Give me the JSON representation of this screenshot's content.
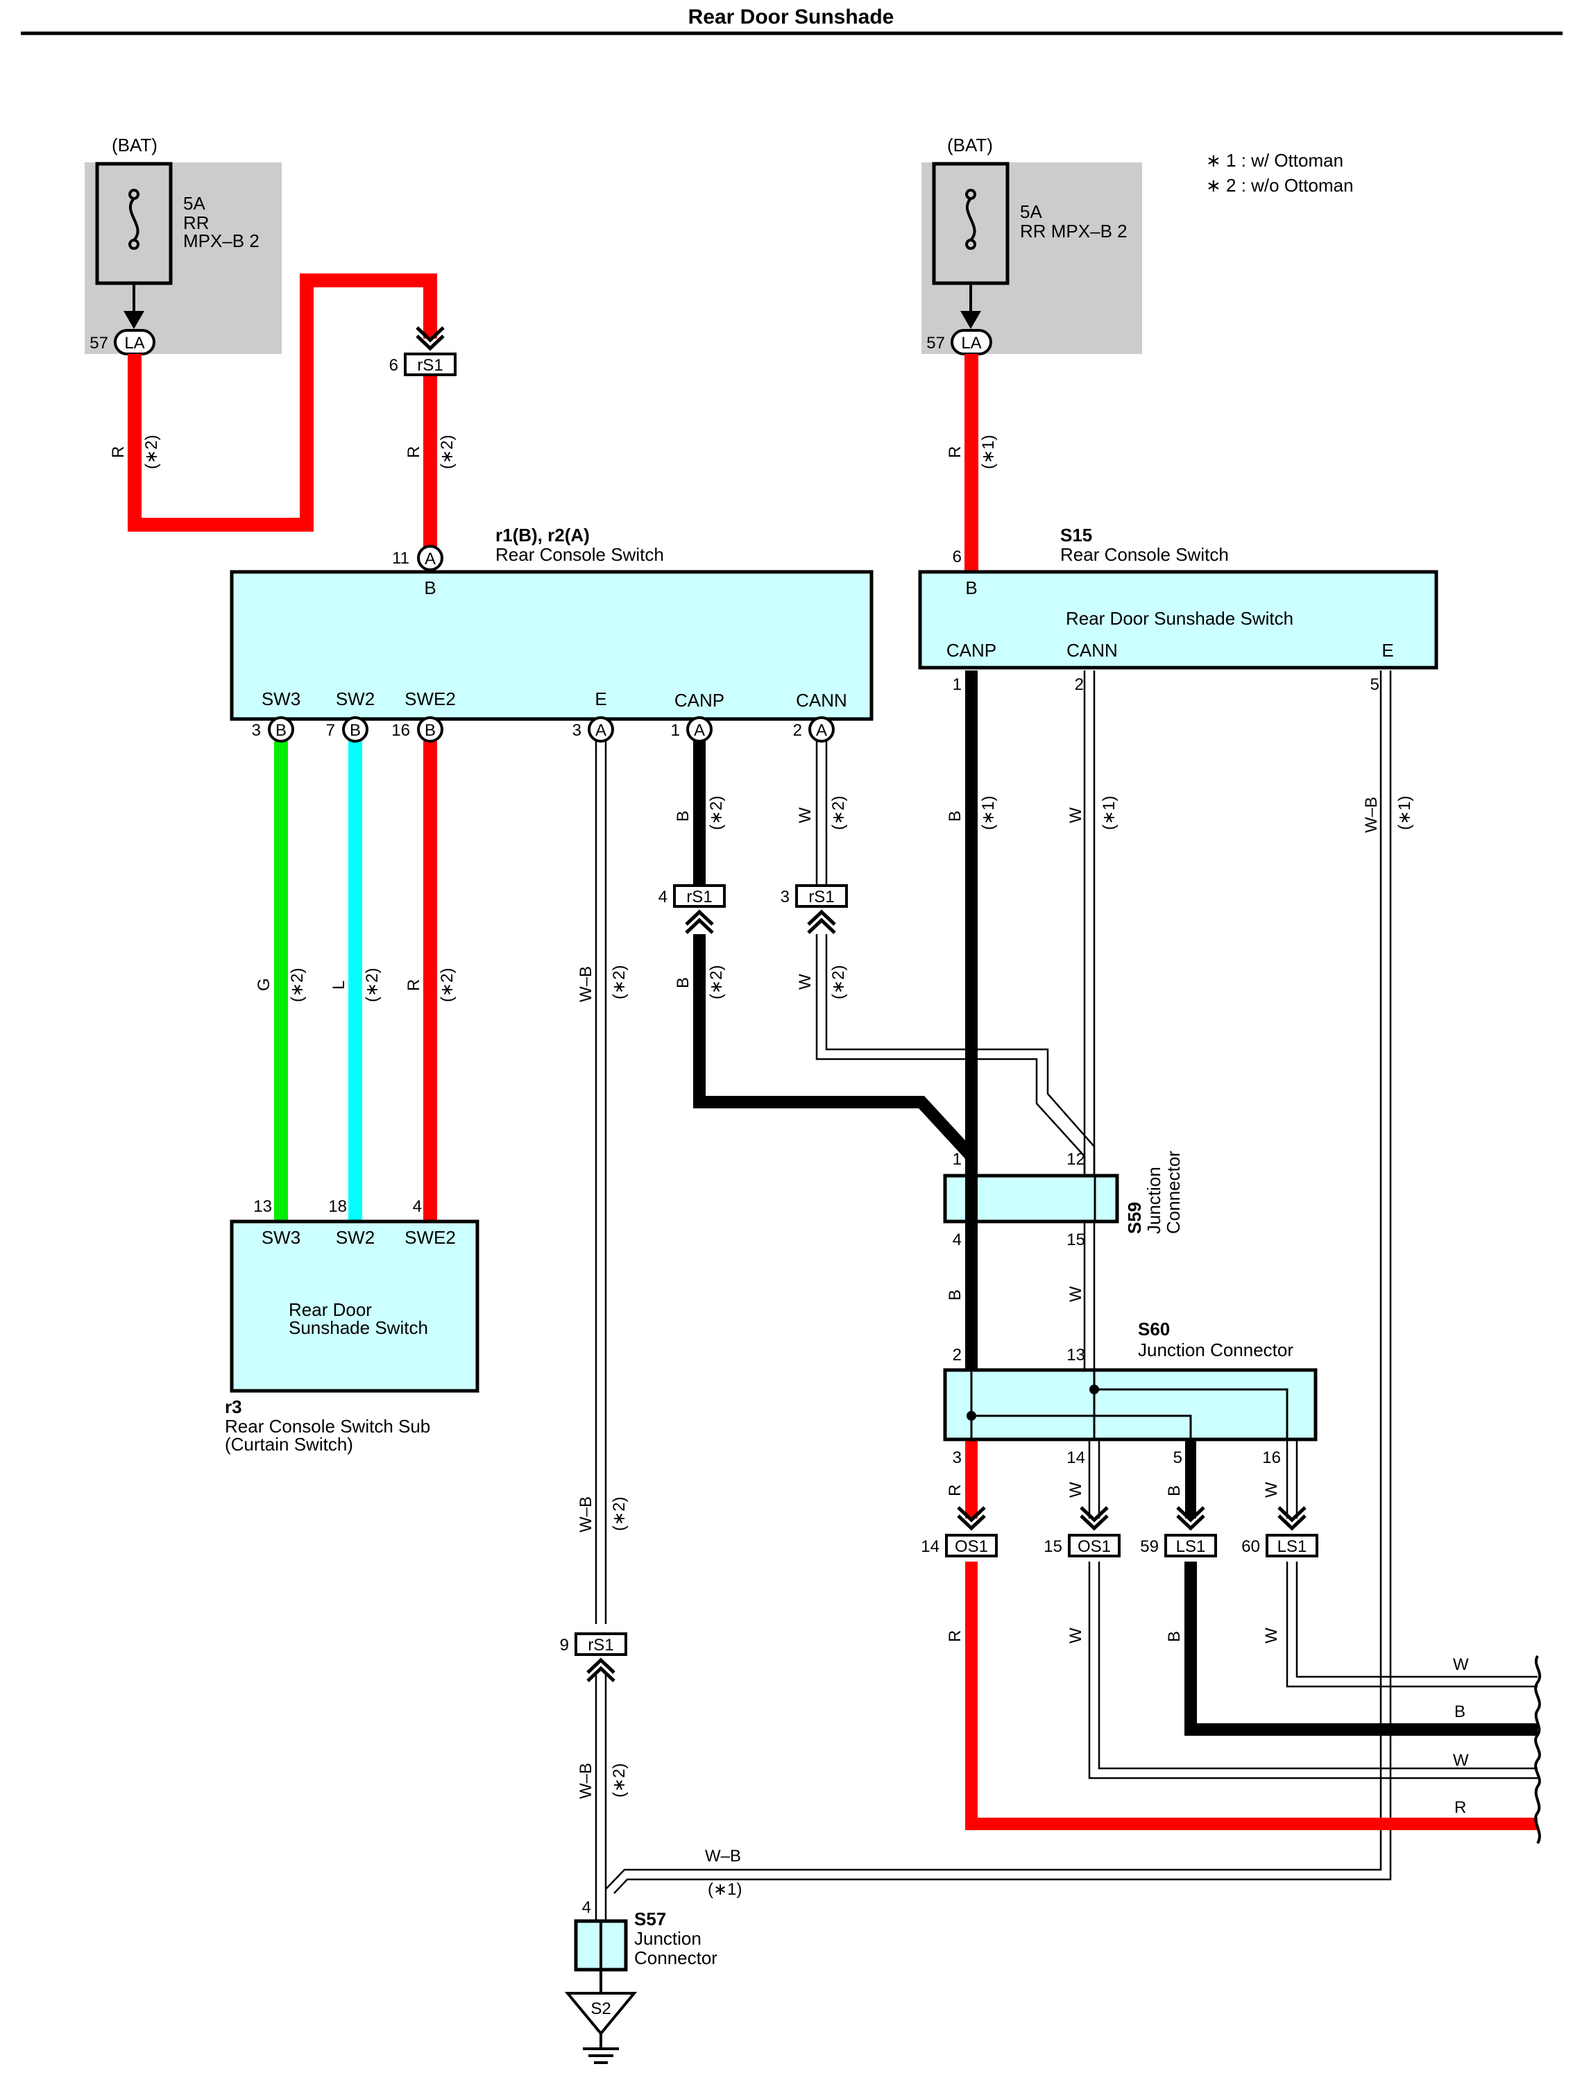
{
  "title": "Rear Door Sunshade",
  "notes": {
    "n1": "∗ 1 : w/ Ottoman",
    "n2": "∗ 2 : w/o Ottoman"
  },
  "colors": {
    "red": "#ff0000",
    "green": "#00ee00",
    "cyan": "#00ffff",
    "black": "#000000",
    "component_fill": "#ccffff",
    "fuse_box_fill": "#cccccc"
  },
  "fuse_left": {
    "label": "(BAT)",
    "amp": "5A",
    "name1": "RR",
    "name2": "MPX–B 2",
    "pin": "57",
    "conn": "LA"
  },
  "fuse_right": {
    "label": "(BAT)",
    "amp": "5A",
    "name1": "RR MPX–B 2",
    "pin": "57",
    "conn": "LA"
  },
  "console_left": {
    "id": "r1(B), r2(A)",
    "name": "Rear Console Switch",
    "top_pin": {
      "num": "11",
      "conn": "A",
      "label": "B"
    },
    "pins": [
      {
        "num": "3",
        "conn": "B",
        "label": "SW3"
      },
      {
        "num": "7",
        "conn": "B",
        "label": "SW2"
      },
      {
        "num": "16",
        "conn": "B",
        "label": "SWE2"
      },
      {
        "num": "3",
        "conn": "A",
        "label": "E"
      },
      {
        "num": "1",
        "conn": "A",
        "label": "CANP"
      },
      {
        "num": "2",
        "conn": "A",
        "label": "CANN"
      }
    ]
  },
  "console_right": {
    "id": "S15",
    "name": "Rear Console Switch",
    "inner": "Rear Door Sunshade Switch",
    "top_pin": {
      "num": "6",
      "label": "B"
    },
    "pins": [
      {
        "num": "1",
        "label": "CANP"
      },
      {
        "num": "2",
        "label": "CANN"
      },
      {
        "num": "5",
        "label": "E"
      }
    ]
  },
  "sub_switch": {
    "id": "r3",
    "name1": "Rear Console Switch Sub",
    "name2": "(Curtain Switch)",
    "inner1": "Rear Door",
    "inner2": "Sunshade Switch",
    "pins": [
      {
        "num": "13",
        "label": "SW3"
      },
      {
        "num": "18",
        "label": "SW2"
      },
      {
        "num": "4",
        "label": "SWE2"
      }
    ]
  },
  "rs1": {
    "top": {
      "num": "6",
      "name": "rS1"
    },
    "canp": {
      "num": "4",
      "name": "rS1"
    },
    "cann": {
      "num": "3",
      "name": "rS1"
    },
    "ground": {
      "num": "9",
      "name": "rS1"
    }
  },
  "s59": {
    "id": "S59",
    "name1": "Junction",
    "name2": "Connector",
    "pins": [
      "1",
      "12",
      "4",
      "15"
    ]
  },
  "s60": {
    "id": "S60",
    "name": "Junction Connector",
    "pins_top": [
      "2",
      "13"
    ],
    "pins_bottom": [
      "3",
      "14",
      "5",
      "16"
    ]
  },
  "s57": {
    "id": "S57",
    "name1": "Junction",
    "name2": "Connector",
    "pin": "4"
  },
  "ground": "S2",
  "outputs": [
    {
      "num": "14",
      "name": "OS1"
    },
    {
      "num": "15",
      "name": "OS1"
    },
    {
      "num": "59",
      "name": "LS1"
    },
    {
      "num": "60",
      "name": "LS1"
    }
  ],
  "wire_labels": {
    "R": "R",
    "G": "G",
    "L": "L",
    "B": "B",
    "W": "W",
    "WB": "W–B",
    "n1": "(∗1)",
    "n2": "(∗2)"
  },
  "edge_labels": [
    "W",
    "B",
    "W",
    "R"
  ]
}
